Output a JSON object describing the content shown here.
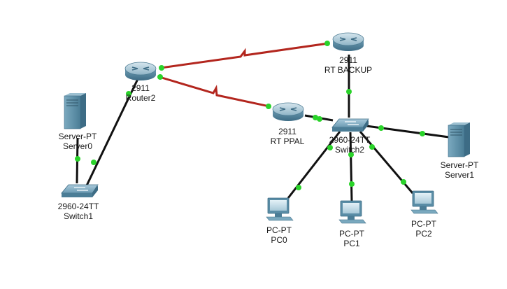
{
  "colors": {
    "ethernet": "#111111",
    "serial": "#b3261e",
    "port_up": "#2ad32a",
    "device_blue": "#5a8da6"
  },
  "devices": {
    "router2": {
      "type": "router",
      "icon": "router-icon",
      "model": "2911",
      "name": "Router2"
    },
    "rtbackup": {
      "type": "router",
      "icon": "router-icon",
      "model": "2911",
      "name": "RT BACKUP"
    },
    "rtppal": {
      "type": "router",
      "icon": "router-icon",
      "model": "2911",
      "name": "RT PPAL"
    },
    "switch2": {
      "type": "switch",
      "icon": "switch-icon",
      "model": "2960-24TT",
      "name": "Switch2"
    },
    "switch1": {
      "type": "switch",
      "icon": "switch-icon",
      "model": "2960-24TT",
      "name": "Switch1"
    },
    "server0": {
      "type": "server",
      "icon": "server-icon",
      "model": "Server-PT",
      "name": "Server0"
    },
    "server1": {
      "type": "server",
      "icon": "server-icon",
      "model": "Server-PT",
      "name": "Server1"
    },
    "pc0": {
      "type": "pc",
      "icon": "pc-icon",
      "model": "PC-PT",
      "name": "PC0"
    },
    "pc1": {
      "type": "pc",
      "icon": "pc-icon",
      "model": "PC-PT",
      "name": "PC1"
    },
    "pc2": {
      "type": "pc",
      "icon": "pc-icon",
      "model": "PC-PT",
      "name": "PC2"
    }
  },
  "links": [
    {
      "from": "router2",
      "to": "rtbackup",
      "kind": "serial"
    },
    {
      "from": "router2",
      "to": "rtppal",
      "kind": "serial"
    },
    {
      "from": "router2",
      "to": "switch1",
      "kind": "ethernet"
    },
    {
      "from": "server0",
      "to": "switch1",
      "kind": "ethernet"
    },
    {
      "from": "rtbackup",
      "to": "switch2",
      "kind": "ethernet"
    },
    {
      "from": "rtppal",
      "to": "switch2",
      "kind": "ethernet"
    },
    {
      "from": "switch2",
      "to": "server1",
      "kind": "ethernet"
    },
    {
      "from": "switch2",
      "to": "pc0",
      "kind": "ethernet"
    },
    {
      "from": "switch2",
      "to": "pc1",
      "kind": "ethernet"
    },
    {
      "from": "switch2",
      "to": "pc2",
      "kind": "ethernet"
    }
  ]
}
